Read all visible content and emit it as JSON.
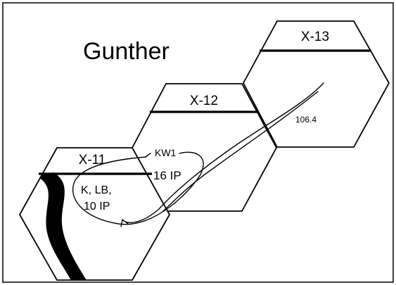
{
  "title": "Gunther",
  "hexes": [
    {
      "id": "X-11",
      "label": "X-11"
    },
    {
      "id": "X-12",
      "label": "X-12"
    },
    {
      "id": "X-13",
      "label": "X-13"
    }
  ],
  "annotations": {
    "kw_label": "KW1",
    "kw_ip": "16 IP",
    "klb_line1": "K, LB,",
    "klb_line2": "10 IP",
    "value": "106.4"
  },
  "colors": {
    "ink": "#000000",
    "paper": "#ffffff"
  }
}
